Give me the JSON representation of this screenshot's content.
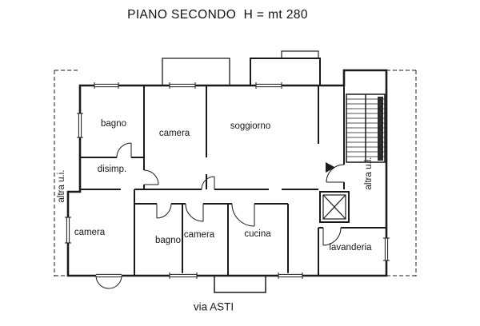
{
  "title": "PIANO SECONDO  H = mt 280",
  "plan": {
    "ink_color": "#1a1a1a",
    "background_color": "#ffffff",
    "left_boundary_label": "altra u.i.",
    "right_boundary_label": "altra u.i.",
    "street_label": "via ASTI",
    "rooms": [
      {
        "id": "bagno-top",
        "label": "bagno"
      },
      {
        "id": "camera-top",
        "label": "camera"
      },
      {
        "id": "soggiorno",
        "label": "soggiorno"
      },
      {
        "id": "disimpegno",
        "label": "disimp."
      },
      {
        "id": "camera-bottom-left",
        "label": "camera"
      },
      {
        "id": "bagno-bottom",
        "label": "bagno"
      },
      {
        "id": "camera-bottom-middle",
        "label": "camera"
      },
      {
        "id": "cucina",
        "label": "cucina"
      },
      {
        "id": "lavanderia",
        "label": "lavanderia"
      }
    ],
    "symbols": {
      "stairs": "staircase-hatch",
      "elevator": "elevator-crossed-box",
      "entry_arrow": "entrance-direction-arrow"
    }
  }
}
